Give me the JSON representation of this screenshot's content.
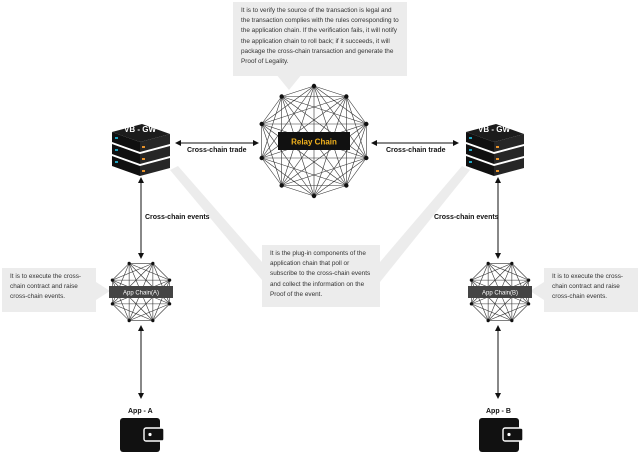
{
  "callouts": {
    "relay": "It is to verify the source of the transaction is legal and the transaction complies with the rules corresponding to the application chain. If the verification fails, it will notify the application chain to roll back; if it succeeds, it will package the cross-chain transaction and generate the Proof of Legality.",
    "plugin": "It is the plug-in components of the application chain that poll or subscribe to the cross-chain events and collect the information on the Proof of the event.",
    "app_a": "It is to execute the cross-chain contract and raise cross-chain events.",
    "app_b": "It is to execute the cross-chain contract and raise cross-chain events."
  },
  "nodes": {
    "relay_chain": "Relay Chain",
    "gateway_left": "VB - GW",
    "gateway_right": "VB - GW",
    "app_chain_a": "App Chain(A)",
    "app_chain_b": "App Chain(B)",
    "app_a": "App - A",
    "app_b": "App - B"
  },
  "edges": {
    "trade_left": "Cross-chain trade",
    "trade_right": "Cross-chain trade",
    "events_left": "Cross-chain events",
    "events_right": "Cross-chain events"
  },
  "colors": {
    "relay_label": "#f2b21d",
    "gateway_teal": "#1fa3c0",
    "gateway_orange": "#e8932b",
    "callout_bg": "#ececec",
    "dark": "#111111"
  },
  "icons": [
    "mesh-network-icon",
    "server-stack-icon",
    "wallet-icon",
    "double-arrow-icon"
  ]
}
